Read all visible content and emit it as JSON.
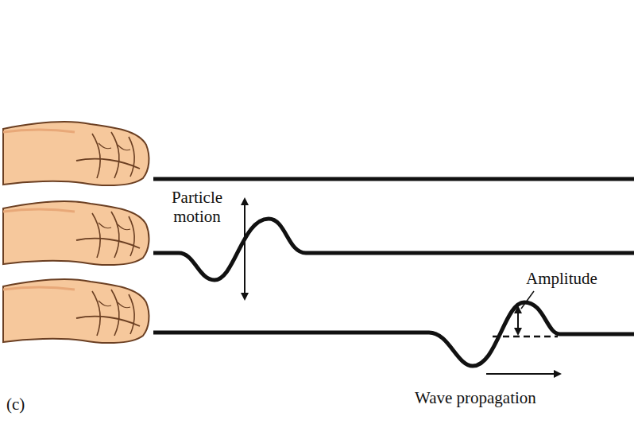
{
  "diagram": {
    "labels": [
      "Particle motion",
      "Amplitude",
      "Wave propagation",
      "(c)"
    ]
  }
}
